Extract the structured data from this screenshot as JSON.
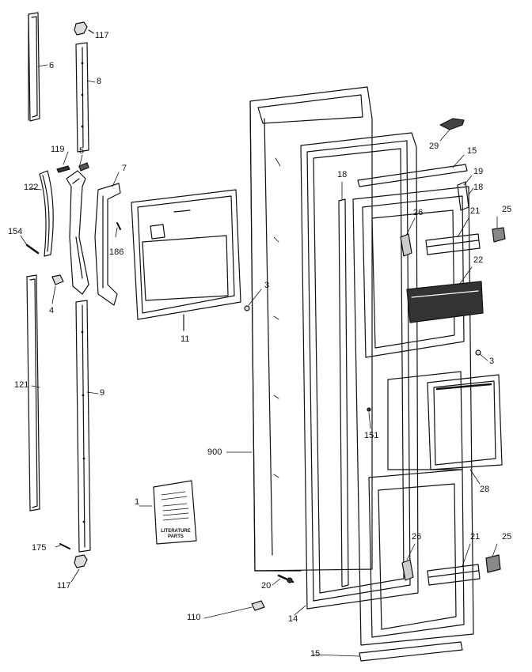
{
  "labels": {
    "l6": "6",
    "l117a": "117",
    "l8": "8",
    "l119": "119",
    "l5": "5",
    "l7": "7",
    "l122": "122",
    "l154": "154",
    "l186": "186",
    "l4": "4",
    "l121": "121",
    "l9": "9",
    "l175": "175",
    "l117b": "117",
    "l1": "1",
    "l11": "11",
    "l3a": "3",
    "l900": "900",
    "l20": "20",
    "l110": "110",
    "l14": "14",
    "l18a": "18",
    "l151": "151",
    "l29": "29",
    "l15a": "15",
    "l19": "19",
    "l18b": "18",
    "l26a": "26",
    "l21a": "21",
    "l25a": "25",
    "l22": "22",
    "l3b": "3",
    "l28": "28",
    "l26b": "26",
    "l21b": "21",
    "l25b": "25",
    "l15b": "15"
  },
  "literature": {
    "text": "LITERATURE PARTS"
  }
}
